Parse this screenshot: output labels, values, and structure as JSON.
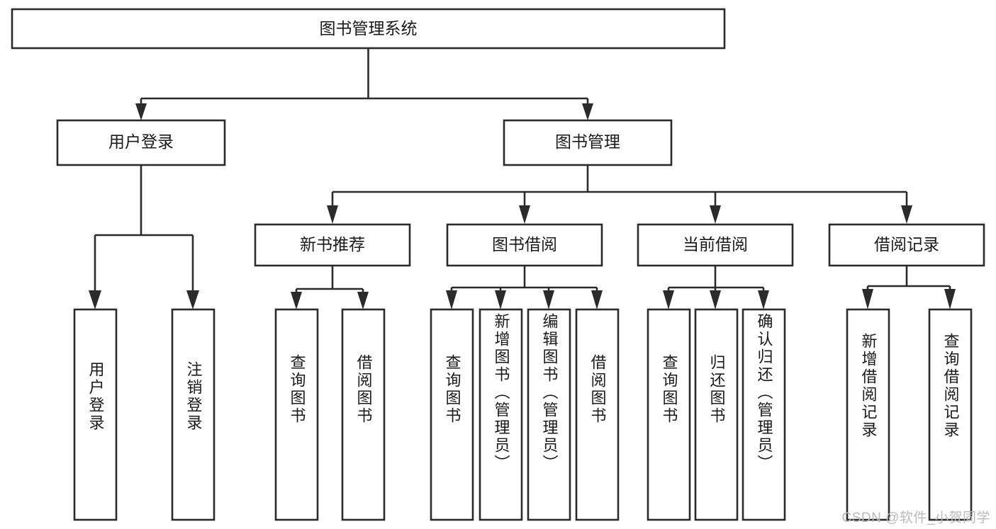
{
  "diagram": {
    "title": "图书管理系统",
    "type": "tree-hierarchy",
    "watermark": "CSDN @软件_小贺同学",
    "root": {
      "id": "root",
      "label": "图书管理系统"
    },
    "level2": [
      {
        "id": "user-login",
        "label": "用户登录"
      },
      {
        "id": "book-manage",
        "label": "图书管理"
      }
    ],
    "level3": [
      {
        "id": "new-book-recommend",
        "label": "新书推荐",
        "parent": "book-manage"
      },
      {
        "id": "book-borrow",
        "label": "图书借阅",
        "parent": "book-manage"
      },
      {
        "id": "current-borrow",
        "label": "当前借阅",
        "parent": "book-manage"
      },
      {
        "id": "borrow-record",
        "label": "借阅记录",
        "parent": "book-manage"
      }
    ],
    "leaves": [
      {
        "id": "leaf-user-login",
        "label": "用户登录",
        "parent": "user-login"
      },
      {
        "id": "leaf-logout",
        "label": "注销登录",
        "parent": "user-login"
      },
      {
        "id": "leaf-query-book-1",
        "label": "查询图书",
        "parent": "new-book-recommend"
      },
      {
        "id": "leaf-borrow-book-1",
        "label": "借阅图书",
        "parent": "new-book-recommend"
      },
      {
        "id": "leaf-query-book-2",
        "label": "查询图书",
        "parent": "book-borrow"
      },
      {
        "id": "leaf-add-book",
        "label": "新增图书（管理员）",
        "parent": "book-borrow"
      },
      {
        "id": "leaf-edit-book",
        "label": "编辑图书（管理员）",
        "parent": "book-borrow"
      },
      {
        "id": "leaf-borrow-book-2",
        "label": "借阅图书",
        "parent": "book-borrow"
      },
      {
        "id": "leaf-query-book-3",
        "label": "查询图书",
        "parent": "current-borrow"
      },
      {
        "id": "leaf-return-book",
        "label": "归还图书",
        "parent": "current-borrow"
      },
      {
        "id": "leaf-confirm-return",
        "label": "确认归还（管理员）",
        "parent": "current-borrow"
      },
      {
        "id": "leaf-add-record",
        "label": "新增借阅记录",
        "parent": "borrow-record"
      },
      {
        "id": "leaf-query-record",
        "label": "查询借阅记录",
        "parent": "borrow-record"
      }
    ],
    "colors": {
      "stroke": "#2b2b2b",
      "fill": "#ffffff",
      "text": "#1a1a1a",
      "watermark": "#b9b9b9"
    }
  }
}
